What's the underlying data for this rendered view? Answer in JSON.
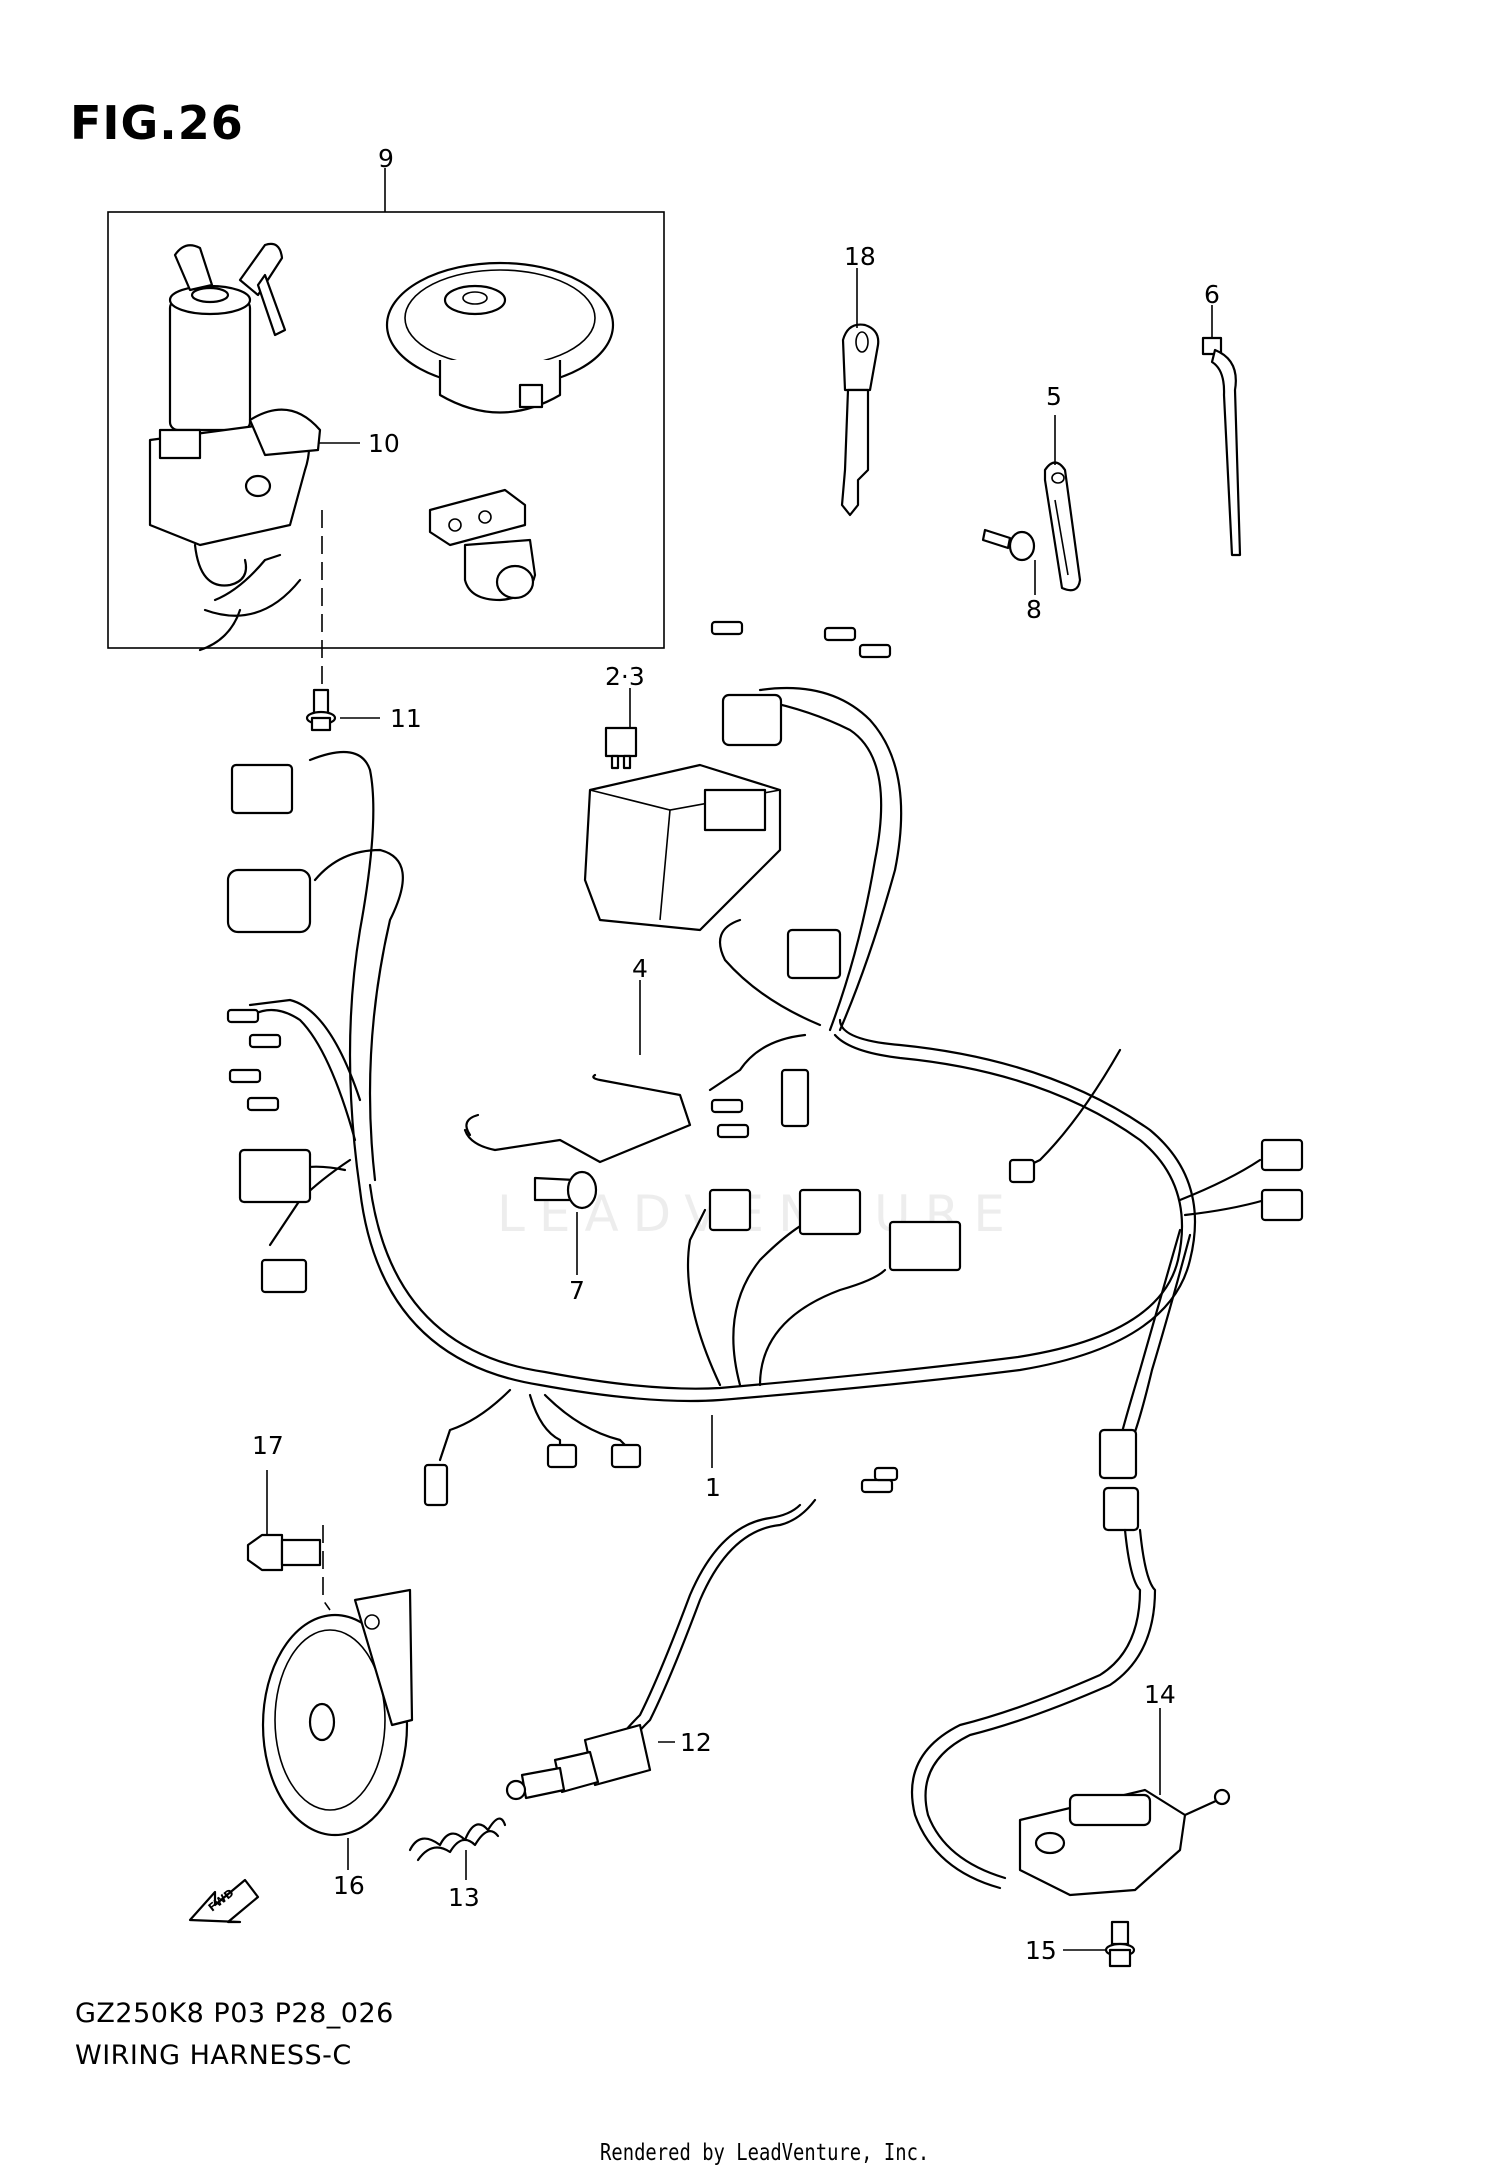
{
  "figure": {
    "title": "FIG.26",
    "model_code": "GZ250K8 P03 P28_026",
    "section_name": "WIRING HARNESS-C",
    "rendered_by": "Rendered by LeadVenture, Inc.",
    "watermark": "LEADVENTURE"
  },
  "callouts": [
    {
      "id": "1",
      "part": "wiring-harness"
    },
    {
      "id": "2·3",
      "part": "fuse"
    },
    {
      "id": "4",
      "part": "wire-clamp-wire"
    },
    {
      "id": "5",
      "part": "clamp"
    },
    {
      "id": "6",
      "part": "cable-tie"
    },
    {
      "id": "7",
      "part": "screw"
    },
    {
      "id": "8",
      "part": "screw"
    },
    {
      "id": "9",
      "part": "lock-set"
    },
    {
      "id": "10",
      "part": "ignition-switch"
    },
    {
      "id": "11",
      "part": "bolt"
    },
    {
      "id": "12",
      "part": "rear-brake-light-switch"
    },
    {
      "id": "13",
      "part": "spring"
    },
    {
      "id": "14",
      "part": "side-stand-switch"
    },
    {
      "id": "15",
      "part": "bolt"
    },
    {
      "id": "16",
      "part": "horn"
    },
    {
      "id": "17",
      "part": "bolt"
    },
    {
      "id": "18",
      "part": "key-blank"
    }
  ],
  "icons": {
    "fwd_arrow": "FWD"
  }
}
